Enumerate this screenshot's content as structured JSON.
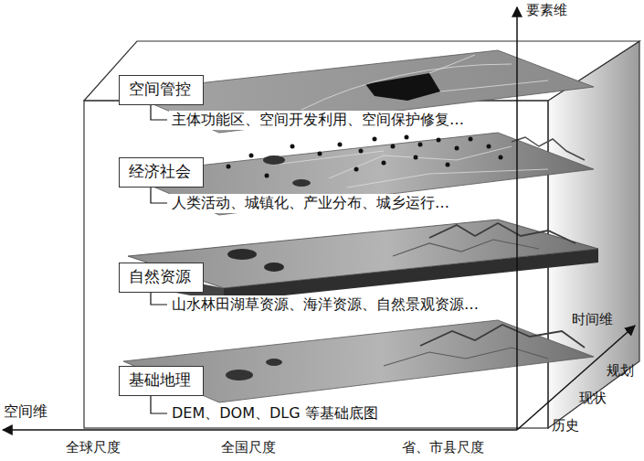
{
  "diagram": {
    "nodes": [
      {
        "text": [
          "空间管控"
        ]
      },
      {
        "text": [
          "经济社会"
        ]
      },
      {
        "text": [
          "自然资源"
        ]
      },
      {
        "text": [
          "基础地理"
        ]
      }
    ],
    "labels": [
      "要素维",
      "主体功能区、空间开发利用、空间保护修复…",
      "人类活动、城镇化、产业分布、城乡运行…",
      "山水林田湖草资源、海洋资源、自然景观资源…",
      "时间维",
      "规划",
      "现状",
      "DEM、DOM、DLG 等基础底图",
      "空间维",
      "历史",
      "全球尺度",
      "全国尺度",
      "省、市县尺度"
    ]
  }
}
